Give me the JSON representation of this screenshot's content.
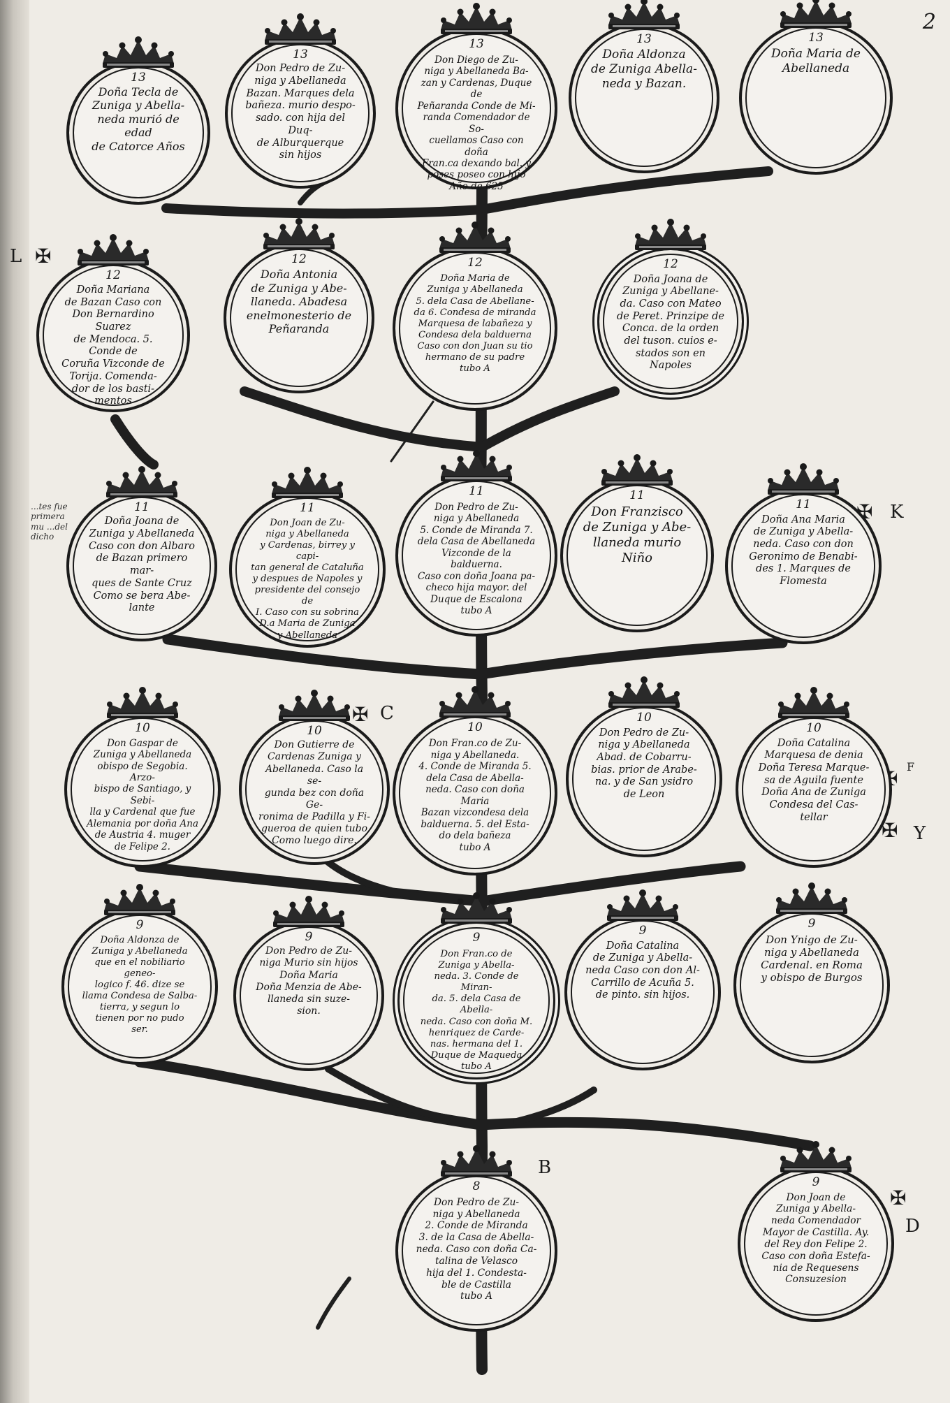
{
  "folio": "2",
  "side_note": "...tes fue\nprimera mu\n...del dicho",
  "markers": {
    "L": "L",
    "K": "K",
    "C": "C",
    "F": "F",
    "Y": "Y",
    "B": "B",
    "D": "D"
  },
  "persons": [
    {
      "id": "p13a",
      "gen": "13",
      "text": "Doña Tecla de\nZuniga y Abella-\nneda murió de edad\nde Catorce Años"
    },
    {
      "id": "p13b",
      "gen": "13",
      "text": "Don Pedro de Zu-\nniga y Abellaneda\nBazan. Marques dela\nbañeza. murio despo-\nsado. con hija del Duq-\nde Alburquerque\nsin hijos"
    },
    {
      "id": "p13c",
      "gen": "13",
      "text": "Don Diego de Zu-\nniga y Abellaneda Ba-\nzan y Cardenas, Duque de\nPeñaranda Conde de Mi-\nranda Comendador de So-\ncuellamos Caso con doña\nFran.ca dexando bal. y\nposes poseo con hijo\nAño de 625"
    },
    {
      "id": "p13d",
      "gen": "13",
      "text": "Doña Aldonza\nde Zuniga Abella-\nneda y Bazan."
    },
    {
      "id": "p13e",
      "gen": "13",
      "text": "Doña Maria de\nAbellaneda"
    },
    {
      "id": "p12a",
      "gen": "12",
      "text": "Doña Mariana\nde Bazan Caso con\nDon Bernardino Suarez\nde Mendoca. 5. Conde de\nCoruña Vizconde de\nTorija. Comenda-\ndor de los basti-\nmentos"
    },
    {
      "id": "p12b",
      "gen": "12",
      "text": "Doña Antonia\nde Zuniga y Abe-\nllaneda. Abadesa\nenelmonesterio de\nPeñaranda"
    },
    {
      "id": "p12c",
      "gen": "12",
      "text": "Doña Maria de\nZuniga y Abellaneda\n5. dela Casa de Abellane-\nda 6. Condesa de miranda\nMarquesa de labañeza y\nCondesa dela balduerna\nCaso con don Juan su tio\nhermano de su padre\ntubo A"
    },
    {
      "id": "p12d",
      "gen": "12",
      "text": "Doña Joana de\nZuniga y Abellane-\nda. Caso con Mateo\nde Peret. Prinzipe de\nConca. de la orden\ndel tuson. cuios e-\nstados son en\nNapoles"
    },
    {
      "id": "p11a",
      "gen": "11",
      "text": "Doña Joana de\nZuniga y Abellaneda\nCaso con don Albaro\nde Bazan primero mar-\nques de Sante Cruz\nComo se bera Abe-\nlante"
    },
    {
      "id": "p11b",
      "gen": "11",
      "text": "Don Joan de Zu-\nniga y Abellaneda\ny Cardenas, birrey y capi-\ntan general de Cataluña\ny despues de Napoles y\npresidente del consejo de\nI. Caso con su sobrina\nD.a Maria de Zuniga\ny Abellaneda"
    },
    {
      "id": "p11c",
      "gen": "11",
      "text": "Don Pedro de Zu-\nniga y Abellaneda\n5. Conde de Miranda 7.\ndela Casa de Abellaneda\nVizconde de la balduerna.\nCaso con doña Joana pa-\ncheco hija mayor. del\nDuque de Escalona\ntubo A"
    },
    {
      "id": "p11d",
      "gen": "11",
      "text": "Don Franzisco\nde Zuniga y Abe-\nllaneda murio\nNiño"
    },
    {
      "id": "p11e",
      "gen": "11",
      "text": "Doña Ana Maria\nde Zuniga y Abella-\nneda. Caso con don\nGeronimo de Benabi-\ndes 1. Marques de\nFlomesta"
    },
    {
      "id": "p10a",
      "gen": "10",
      "text": "Don Gaspar de\nZuniga y Abellaneda\nobispo de Segobia. Arzo-\nbispo de Santiago, y Sebi-\nlla y Cardenal que fue\nAlemania por doña Ana\nde Austria 4. muger\nde Felipe 2."
    },
    {
      "id": "p10b",
      "gen": "10",
      "text": "Don Gutierre de\nCardenas Zuniga y\nAbellaneda. Caso la se-\ngunda bez con doña Ge-\nronima de Padilla y Fi-\ngueroa de quien tubo\nComo luego dire."
    },
    {
      "id": "p10c",
      "gen": "10",
      "text": "Don Fran.co de Zu-\nniga y Abellaneda.\n4. Conde de Miranda 5.\ndela Casa de Abella-\nneda. Caso con doña Maria\nBazan vizcondesa dela\nbalduerna. 5. del Esta-\ndo dela bañeza\ntubo A"
    },
    {
      "id": "p10d",
      "gen": "10",
      "text": "Don Pedro de Zu-\nniga y Abellaneda\nAbad. de Cobarru-\nbias. prior de Arabe-\nna. y de San ysidro\nde Leon"
    },
    {
      "id": "p10e",
      "gen": "10",
      "text": "Doña Catalina\nMarquesa de denia\nDoña Teresa Marque-\nsa de Aguila fuente\nDoña Ana de Zuniga\nCondesa del Cas-\ntellar"
    },
    {
      "id": "p9a",
      "gen": "9",
      "text": "Doña Aldonza de\nZuniga y Abellaneda\nque en el nobiliario geneo-\nlogico f. 46. dize se\nllama Condesa de Salba-\ntierra, y segun lo\ntienen por no pudo\nser."
    },
    {
      "id": "p9b",
      "gen": "9",
      "text": "Don Pedro de Zu-\nniga Murio sin hijos\nDoña Maria\nDoña Menzia de Abe-\nllaneda sin suze-\nsion."
    },
    {
      "id": "p9c",
      "gen": "9",
      "text": "Don Fran.co de\nZuniga y Abella-\nneda. 3. Conde de Miran-\nda. 5. dela Casa de Abella-\nneda. Caso con doña M.\nhenriquez de Carde-\nnas. hermana del 1.\nDuque de Maqueda\ntubo A"
    },
    {
      "id": "p9d",
      "gen": "9",
      "text": "Doña Catalina\nde Zuniga y Abella-\nneda Caso con don Al-\nCarrillo de Acuña 5.\nde pinto. sin hijos."
    },
    {
      "id": "p9e",
      "gen": "9",
      "text": "Don Ynigo de Zu-\nniga y Abellaneda\nCardenal. en Roma\ny obispo de Burgos"
    },
    {
      "id": "p8a",
      "gen": "8",
      "text": "Don Pedro de Zu-\nniga y Abellaneda\n2. Conde de Miranda\n3. de la Casa de Abella-\nneda. Caso con doña Ca-\ntalina de Velasco\nhija del 1. Condesta-\nble de Castilla\ntubo A"
    },
    {
      "id": "p9f",
      "gen": "9",
      "text": "Don Joan de\nZuniga y Abella-\nneda Comendador\nMayor de Castilla. Ay.\ndel Rey don Felipe 2.\nCaso con doña Estefa-\nnia de Requesens\nConsuzesion"
    }
  ],
  "colors": {
    "ink": "#1b1b1b",
    "paper": "#efece6",
    "branch": "#1f1f1f"
  }
}
